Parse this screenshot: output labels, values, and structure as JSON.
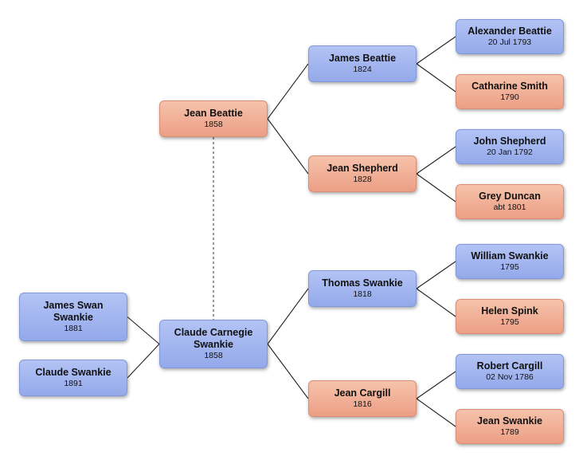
{
  "people": {
    "jean_beattie": {
      "name": "Jean Beattie",
      "date": "1858",
      "gender": "female"
    },
    "claude_carnegie": {
      "name": "Claude Carnegie Swankie",
      "date": "1858",
      "gender": "male"
    },
    "james_swan": {
      "name": "James Swan Swankie",
      "date": "1881",
      "gender": "male"
    },
    "claude_swankie": {
      "name": "Claude Swankie",
      "date": "1891",
      "gender": "male"
    },
    "james_beattie": {
      "name": "James Beattie",
      "date": "1824",
      "gender": "male"
    },
    "jean_shepherd": {
      "name": "Jean Shepherd",
      "date": "1828",
      "gender": "female"
    },
    "thomas_swankie": {
      "name": "Thomas Swankie",
      "date": "1818",
      "gender": "male"
    },
    "jean_cargill": {
      "name": "Jean Cargill",
      "date": "1816",
      "gender": "female"
    },
    "alexander_beattie": {
      "name": "Alexander Beattie",
      "date": "20 Jul 1793",
      "gender": "male"
    },
    "catharine_smith": {
      "name": "Catharine Smith",
      "date": "1790",
      "gender": "female"
    },
    "john_shepherd": {
      "name": "John Shepherd",
      "date": "20 Jan 1792",
      "gender": "male"
    },
    "grey_duncan": {
      "name": "Grey Duncan",
      "date": "abt 1801",
      "gender": "female"
    },
    "william_swankie": {
      "name": "William Swankie",
      "date": "1795",
      "gender": "male"
    },
    "helen_spink": {
      "name": "Helen Spink",
      "date": "1795",
      "gender": "female"
    },
    "robert_cargill": {
      "name": "Robert Cargill",
      "date": "02 Nov 1786",
      "gender": "male"
    },
    "jean_swankie": {
      "name": "Jean Swankie",
      "date": "1789",
      "gender": "female"
    }
  },
  "links": [
    {
      "from": "jean_beattie",
      "to": "james_beattie"
    },
    {
      "from": "jean_beattie",
      "to": "jean_shepherd"
    },
    {
      "from": "james_beattie",
      "to": "alexander_beattie"
    },
    {
      "from": "james_beattie",
      "to": "catharine_smith"
    },
    {
      "from": "jean_shepherd",
      "to": "john_shepherd"
    },
    {
      "from": "jean_shepherd",
      "to": "grey_duncan"
    },
    {
      "from": "claude_carnegie",
      "to": "thomas_swankie"
    },
    {
      "from": "claude_carnegie",
      "to": "jean_cargill"
    },
    {
      "from": "thomas_swankie",
      "to": "william_swankie"
    },
    {
      "from": "thomas_swankie",
      "to": "helen_spink"
    },
    {
      "from": "jean_cargill",
      "to": "robert_cargill"
    },
    {
      "from": "jean_cargill",
      "to": "jean_swankie"
    },
    {
      "from": "james_swan",
      "to": "claude_carnegie"
    },
    {
      "from": "claude_swankie",
      "to": "claude_carnegie"
    }
  ],
  "spouse_links": [
    {
      "a": "jean_beattie",
      "b": "claude_carnegie"
    }
  ],
  "colors": {
    "male": "#a3b6f0",
    "female": "#f2b39b",
    "line": "#222222"
  }
}
